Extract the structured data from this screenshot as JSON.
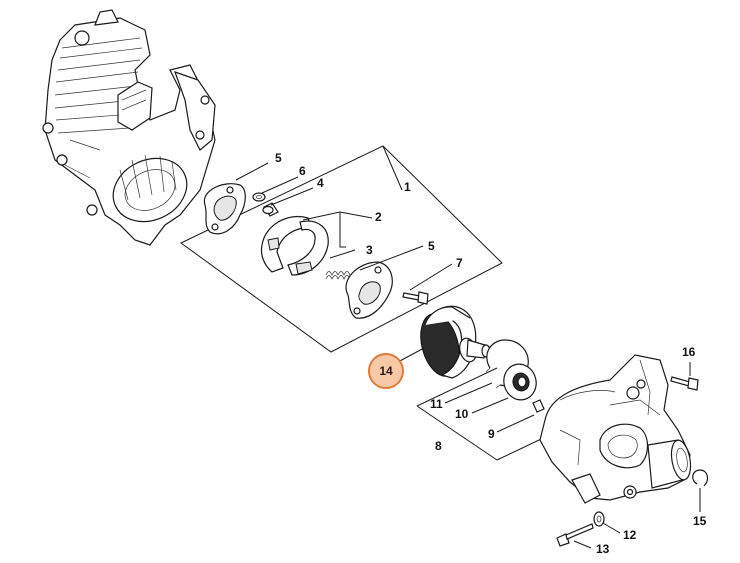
{
  "callouts": {
    "p1": "1",
    "p2": "2",
    "p3": "3",
    "p4": "4",
    "p5a": "5",
    "p5b": "5",
    "p6": "6",
    "p7": "7",
    "p8": "8",
    "p9": "9",
    "p10": "10",
    "p11": "11",
    "p12": "12",
    "p13": "13",
    "p14": "14",
    "p15": "15",
    "p16": "16"
  },
  "colors": {
    "highlight_fill": "#f7c9a6",
    "highlight_stroke": "#e07b3a",
    "line": "#1a1a1a"
  }
}
